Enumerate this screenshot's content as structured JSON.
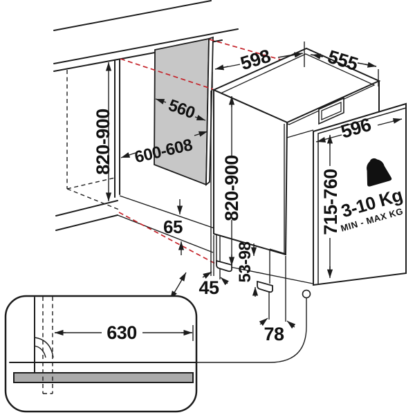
{
  "diagram": {
    "colors": {
      "accent_red": "#c42128",
      "panel_grey": "#c7c7c7",
      "plinth_grey": "#ababab",
      "line": "#1c1c1c"
    },
    "niche": {
      "height": "820-900",
      "width": "600-608",
      "depth": "560",
      "plinth_gap": "65",
      "foot_offset": "45"
    },
    "appliance": {
      "width": "598",
      "depth": "555",
      "height": "820-900",
      "foot_range": "53-98",
      "base_recess": "78"
    },
    "door_panel": {
      "width": "596",
      "height": "715-760",
      "weight": "3-10 Kg",
      "weight_note": "MIN - MAX KG",
      "icon": "weight-icon"
    },
    "inset_detail": {
      "door_clearance": "630"
    }
  }
}
